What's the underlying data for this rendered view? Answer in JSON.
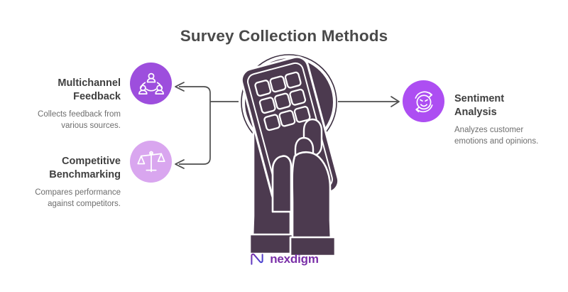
{
  "header": {
    "title": "Survey Collection Methods"
  },
  "colors": {
    "title_text": "#4a4a4a",
    "heading_text": "#3f3f3f",
    "description_text": "#6e6e6e",
    "connector_line": "#4d4d4d",
    "hero_fill": "#4c3a4f",
    "hero_outline": "#3d3042",
    "icon_multichannel_bg": "#9d4edd",
    "icon_benchmarking_bg": "#d9a6ef",
    "icon_sentiment_bg": "#ad4ef2",
    "logo_text": "#7a2fa8",
    "background": "#ffffff"
  },
  "hero": {
    "icon_name": "hands-holding-mobile-survey-illustration",
    "description": "Two hands holding a mobile device showing a grid of nine app tiles, inside an outlined circle"
  },
  "nodes": [
    {
      "id": "multichannel-feedback",
      "heading": "Multichannel\nFeedback",
      "heading_line1": "Multichannel",
      "heading_line2": "Feedback",
      "description": "Collects feedback from various sources.",
      "description_line1": "Collects feedback from",
      "description_line2": "various sources.",
      "icon_name": "people-network-icon",
      "icon_color": "#9d4edd",
      "side": "left",
      "arrow_direction": "left"
    },
    {
      "id": "competitive-benchmarking",
      "heading": "Competitive\nBenchmarking",
      "heading_line1": "Competitive",
      "heading_line2": "Benchmarking",
      "description": "Compares performance against competitors.",
      "description_line1": "Compares performance",
      "description_line2": "against competitors.",
      "icon_name": "balance-scales-icon",
      "icon_color": "#d9a6ef",
      "side": "left",
      "arrow_direction": "left"
    },
    {
      "id": "sentiment-analysis",
      "heading": "Sentiment\nAnalysis",
      "heading_line1": "Sentiment",
      "heading_line2": "Analysis",
      "description": "Analyzes customer emotions and opinions.",
      "description_line1": "Analyzes customer",
      "description_line2": "emotions and opinions.",
      "icon_name": "sentiment-face-icon",
      "icon_color": "#ad4ef2",
      "side": "right",
      "arrow_direction": "right"
    }
  ],
  "footer": {
    "logo_text": "nexdigm",
    "logo_mark_name": "nexdigm-n-mark-icon"
  }
}
